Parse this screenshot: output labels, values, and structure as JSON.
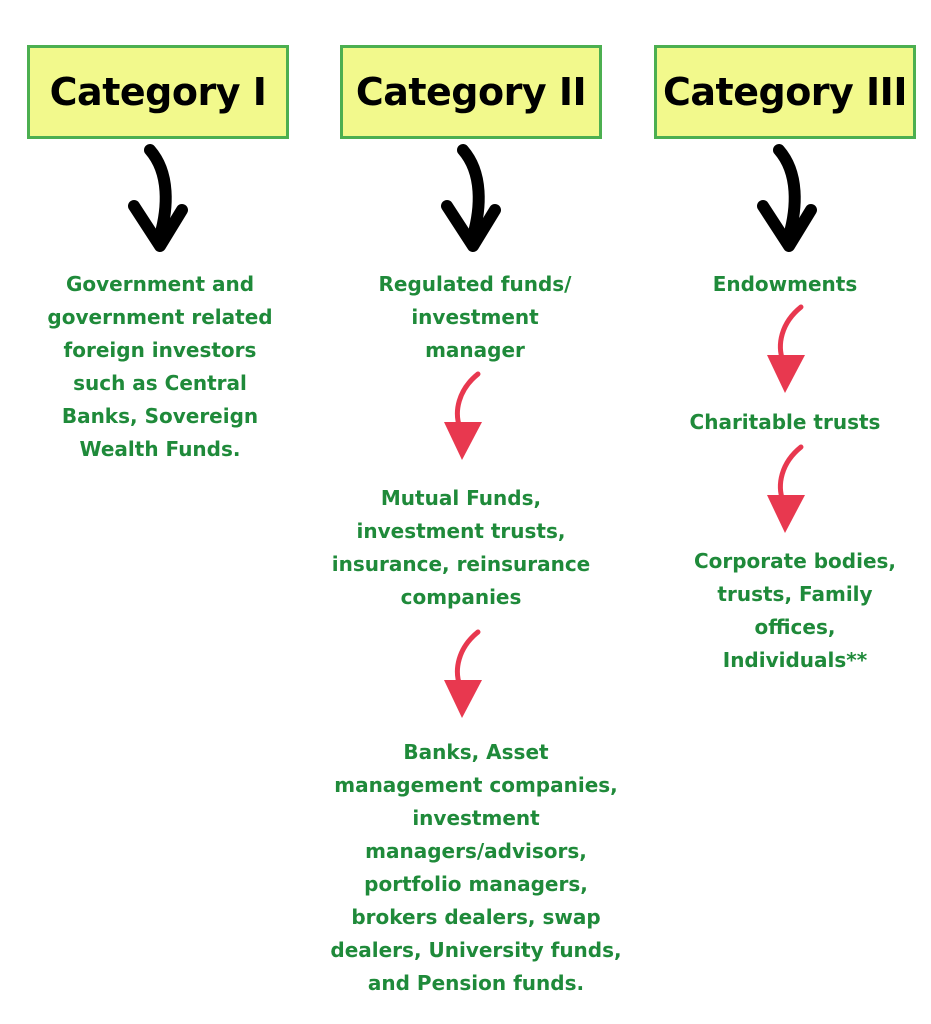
{
  "categories": [
    {
      "title": "Category I",
      "items": [
        [
          "Government and",
          "government related",
          "foreign investors",
          "such as Central",
          "Banks, Sovereign",
          "Wealth Funds."
        ]
      ]
    },
    {
      "title": "Category II",
      "items": [
        [
          "Regulated funds/",
          "investment",
          "manager"
        ],
        [
          "Mutual Funds,",
          "investment trusts,",
          "insurance, reinsurance",
          "companies"
        ],
        [
          "Banks, Asset",
          "management companies,",
          "investment",
          "managers/advisors,",
          "portfolio managers,",
          "brokers dealers, swap",
          "dealers, University funds,",
          "and Pension funds."
        ]
      ]
    },
    {
      "title": "Category III",
      "items": [
        [
          "Endowments"
        ],
        [
          "Charitable trusts"
        ],
        [
          "Corporate bodies,",
          "trusts, Family",
          "offices,",
          "Individuals**"
        ]
      ]
    }
  ],
  "colors": {
    "box_fill": "#f2f98c",
    "box_border": "#4caf50",
    "text_green": "#1f8a3a",
    "main_arrow": "#000000",
    "sub_arrow": "#e8384f"
  }
}
